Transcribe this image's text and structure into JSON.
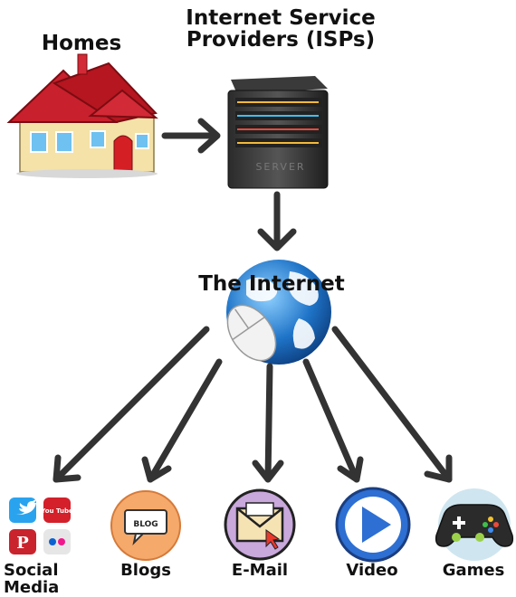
{
  "nodes": {
    "homes": {
      "label": "Homes",
      "icon": "house-icon"
    },
    "isps": {
      "label_line1": "Internet Service",
      "label_line2": "Providers (ISPs)",
      "icon": "server-icon",
      "server_text": "SERVER"
    },
    "internet": {
      "label": "The Internet",
      "icon": "globe-mouse-icon"
    }
  },
  "services": [
    {
      "key": "social",
      "label_line1": "Social",
      "label_line2": "Media",
      "icon": "social-media-icons"
    },
    {
      "key": "blogs",
      "label": "Blogs",
      "icon": "blog-icon",
      "icon_text": "BLOG"
    },
    {
      "key": "email",
      "label": "E-Mail",
      "icon": "envelope-icon"
    },
    {
      "key": "video",
      "label": "Video",
      "icon": "play-icon"
    },
    {
      "key": "games",
      "label": "Games",
      "icon": "gamepad-icon"
    }
  ],
  "social_icons": {
    "youtube_text": "You Tube",
    "pinterest_text": "P"
  },
  "colors": {
    "arrow": "#333333",
    "roof": "#c8202c",
    "house_wall": "#f4e2a8",
    "globe": "#1f74c8",
    "blog_circle": "#f5a96a",
    "email_circle": "#c9a8dc",
    "video_circle": "#2d6fd2",
    "games_circle": "#cfe6f0"
  }
}
